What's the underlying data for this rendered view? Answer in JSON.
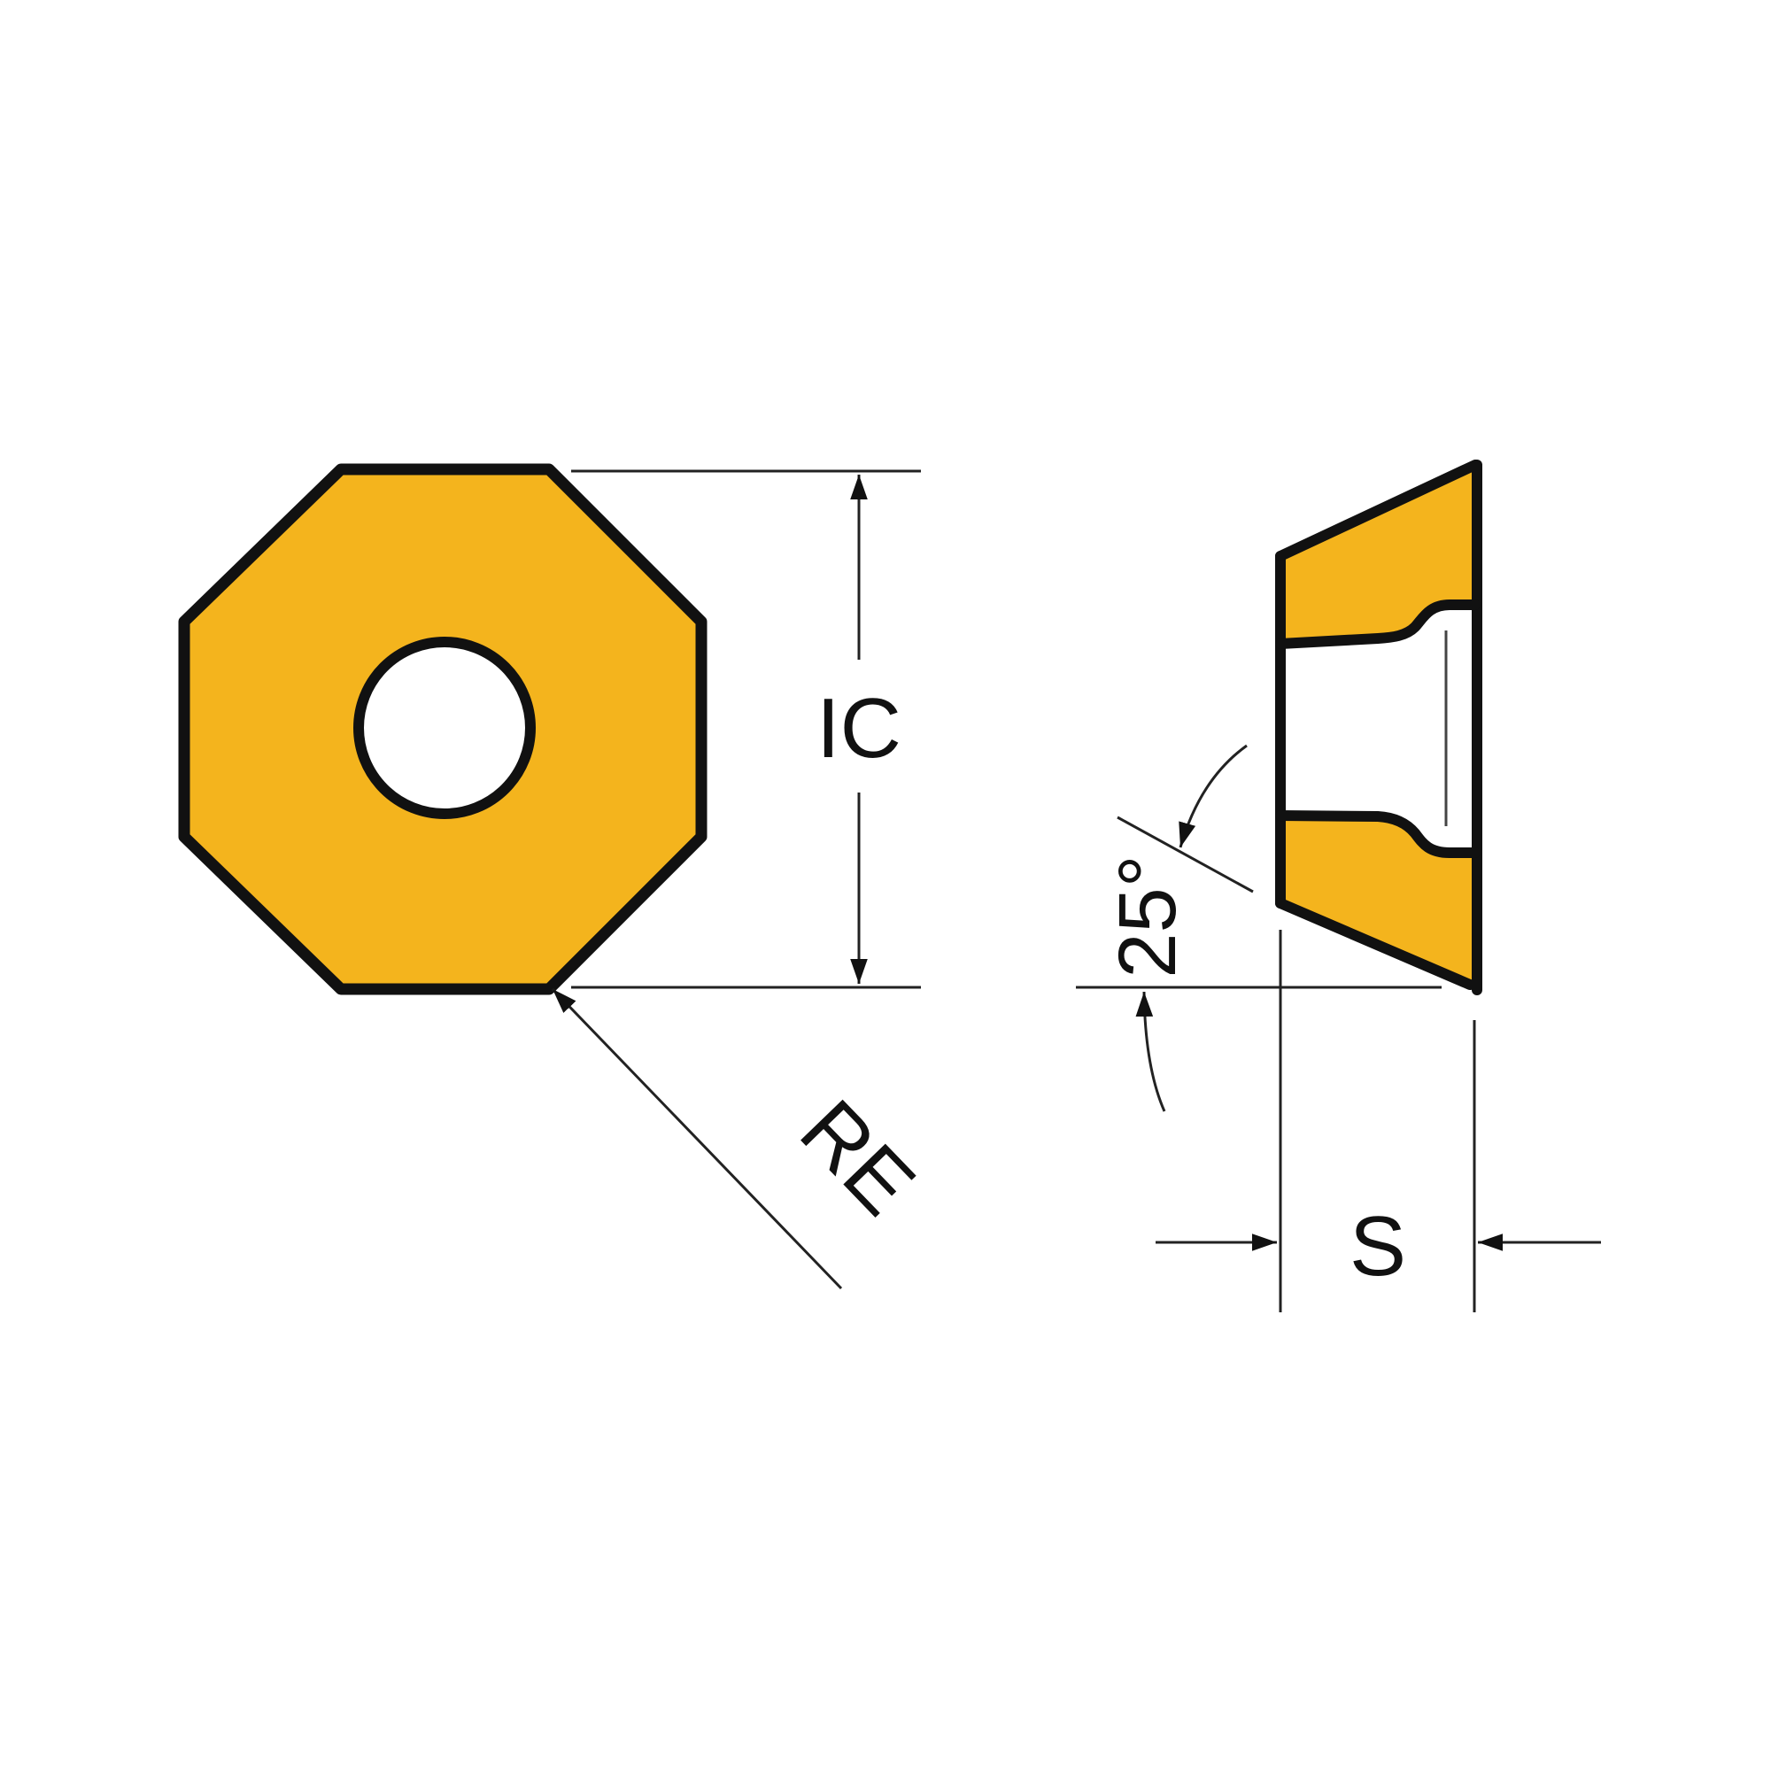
{
  "labels": {
    "ic": "IC",
    "re": "RE",
    "angle": "25°",
    "s": "S"
  },
  "colors": {
    "insert_fill": "#F4B41D",
    "outline": "#111111",
    "dimension_line": "#222222",
    "background": "#FFFFFF"
  }
}
